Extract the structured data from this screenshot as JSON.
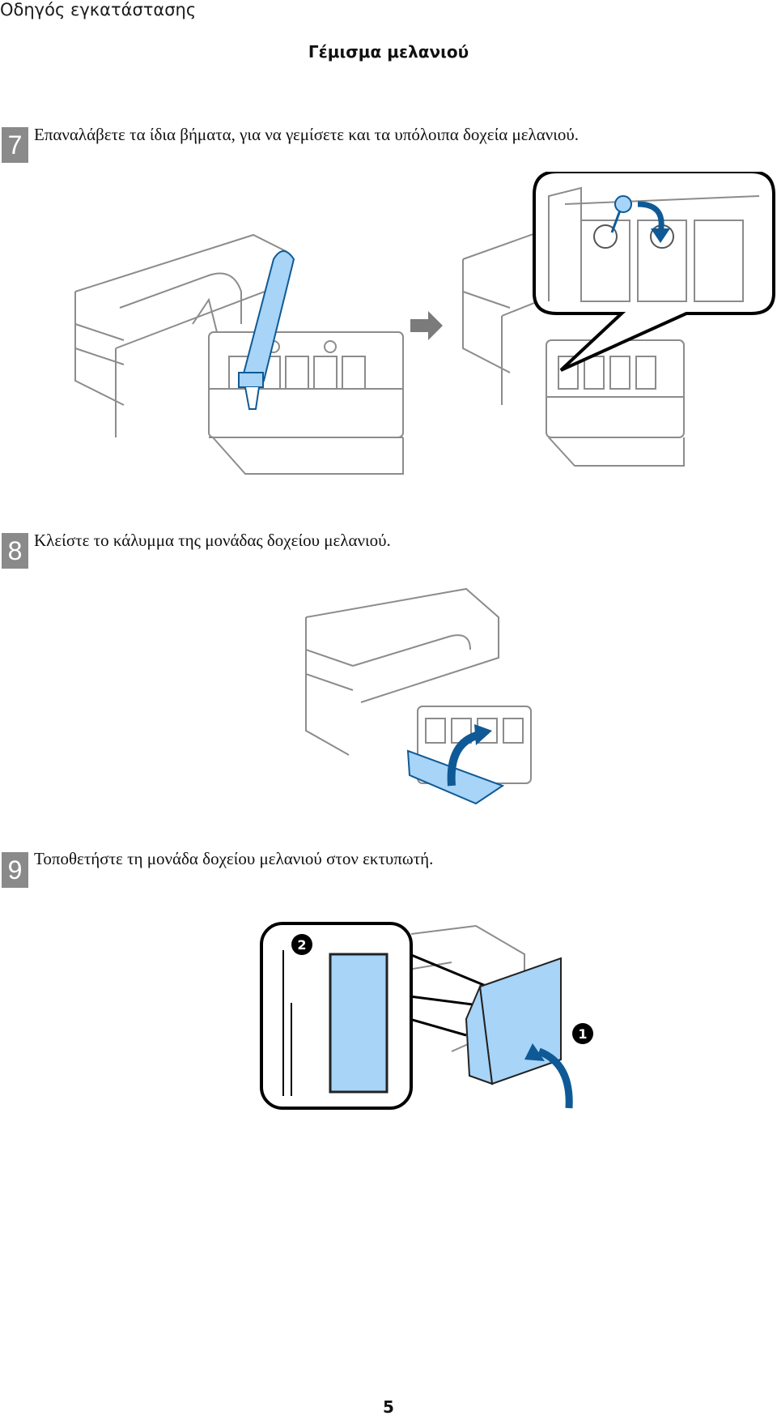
{
  "header": {
    "title": "Οδηγός εγκατάστασης"
  },
  "section": {
    "title": "Γέμισμα μελανιού"
  },
  "steps": [
    {
      "number": "7",
      "text": "Επαναλάβετε τα ίδια βήματα, για να γεμίσετε και τα υπόλοιπα δοχεία μελανιού."
    },
    {
      "number": "8",
      "text": "Κλείστε το κάλυμμα της μονάδας δοχείου μελανιού."
    },
    {
      "number": "9",
      "text": "Τοποθετήστε τη μονάδα δοχείου μελανιού στον εκτυπωτή."
    }
  ],
  "figures": {
    "step9_callouts": [
      "2",
      "1"
    ]
  },
  "colors": {
    "accent_light": "#a7d4f7",
    "accent_dark": "#0f5a96",
    "line": "#8c8c8c",
    "step_badge": "#8a8a8a"
  },
  "footer": {
    "page_number": "5"
  }
}
